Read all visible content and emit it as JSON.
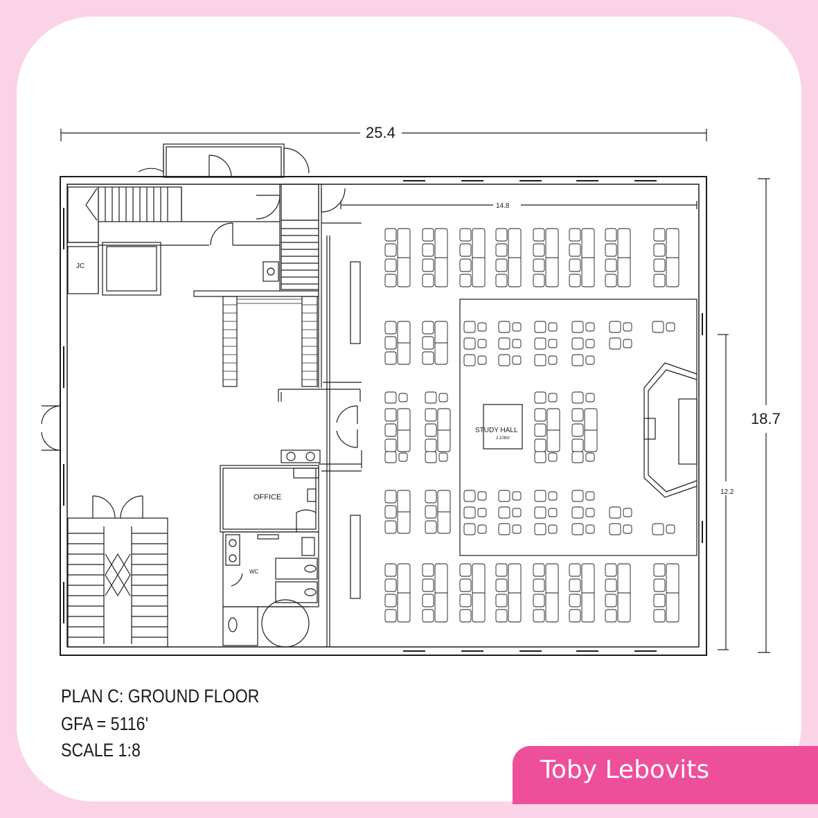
{
  "plan": {
    "dimension_width": "25.4",
    "dimension_height": "18.7",
    "dimension_inner_width": "14.8",
    "dimension_inner_height": "12.2",
    "room_labels": {
      "jc": "JC",
      "office": "OFFICE",
      "wc": "WC",
      "study_hall": "STUDY HALL",
      "study_hall_area": "2,108sf"
    }
  },
  "caption": {
    "line1": "PLAN C: GROUND FLOOR",
    "line2": "GFA = 5116'",
    "line3": "SCALE 1:8"
  },
  "author": "Toby Lebovits",
  "colors": {
    "frame": "#fbd3e6",
    "author_tab": "#ee4f9b",
    "ink": "#1a1a1a"
  }
}
